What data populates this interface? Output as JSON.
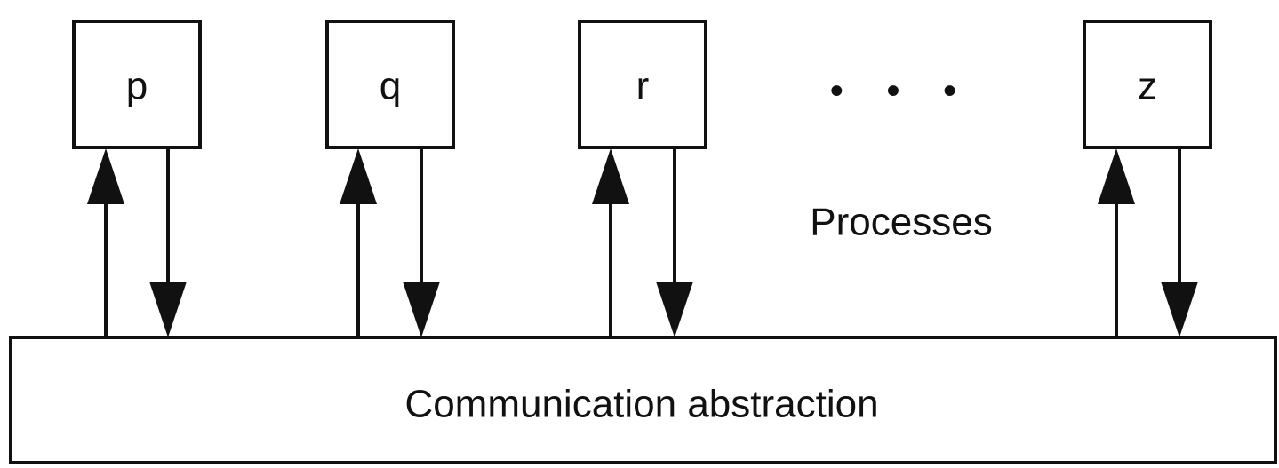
{
  "processes": [
    {
      "label": "p"
    },
    {
      "label": "q"
    },
    {
      "label": "r"
    },
    {
      "label": "z"
    }
  ],
  "ellipsis": "• • •",
  "processes_caption": "Processes",
  "abstraction_label": "Communication abstraction"
}
